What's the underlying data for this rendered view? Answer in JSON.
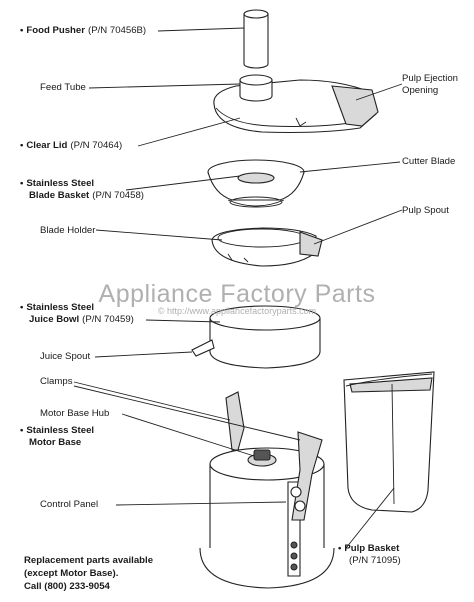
{
  "labels": {
    "food_pusher": {
      "name": "Food Pusher",
      "pn": "(P/N 70456B)"
    },
    "feed_tube": {
      "name": "Feed Tube"
    },
    "pulp_ejection": {
      "line1": "Pulp Ejection",
      "line2": "Opening"
    },
    "clear_lid": {
      "name": "Clear Lid",
      "pn": "(P/N 70464)"
    },
    "cutter_blade": {
      "name": "Cutter Blade"
    },
    "blade_basket": {
      "line1": "Stainless Steel",
      "line2": "Blade Basket",
      "pn": "(P/N 70458)"
    },
    "pulp_spout": {
      "name": "Pulp Spout"
    },
    "blade_holder": {
      "name": "Blade Holder"
    },
    "juice_bowl": {
      "line1": "Stainless Steel",
      "line2": "Juice Bowl",
      "pn": "(P/N 70459)"
    },
    "juice_spout": {
      "name": "Juice Spout"
    },
    "clamps": {
      "name": "Clamps"
    },
    "motor_base_hub": {
      "name": "Motor Base Hub"
    },
    "motor_base": {
      "line1": "Stainless Steel",
      "line2": "Motor Base"
    },
    "control_panel": {
      "name": "Control Panel"
    },
    "pulp_basket": {
      "name": "Pulp Basket",
      "pn": "(P/N 71095)"
    }
  },
  "bullet": "•",
  "watermark": {
    "title": "Appliance Factory Parts",
    "url": "© http://www.appliancefactoryparts.com"
  },
  "footer": {
    "line1": "Replacement parts available",
    "line2": "(except Motor Base).",
    "line3": "Call (800) 233-9054"
  }
}
